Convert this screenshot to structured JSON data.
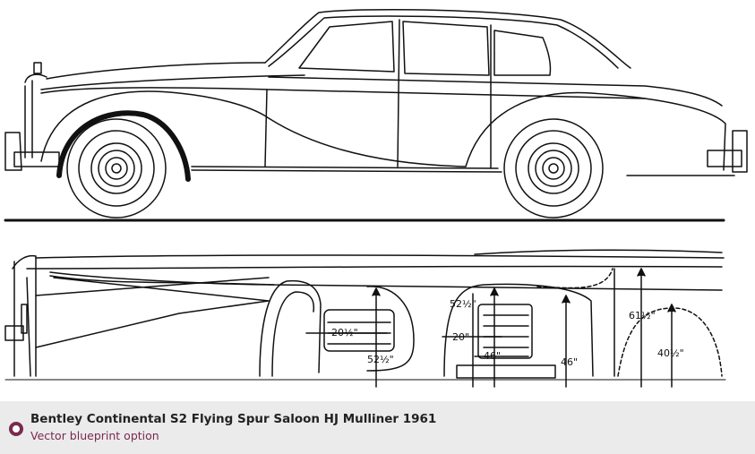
{
  "caption": {
    "title": "Bentley Continental S2 Flying Spur Saloon HJ Mulliner 1961",
    "subtitle": "Vector blueprint option",
    "accent_color": "#7a2a4e"
  },
  "blueprint": {
    "dimensions": {
      "d1": "20½\"",
      "d2": "52½\"",
      "d3": "52½\"",
      "d4": "20\"",
      "d5": "46\"",
      "d6": "46\"",
      "d7": "61½\"",
      "d8": "40½\""
    }
  }
}
